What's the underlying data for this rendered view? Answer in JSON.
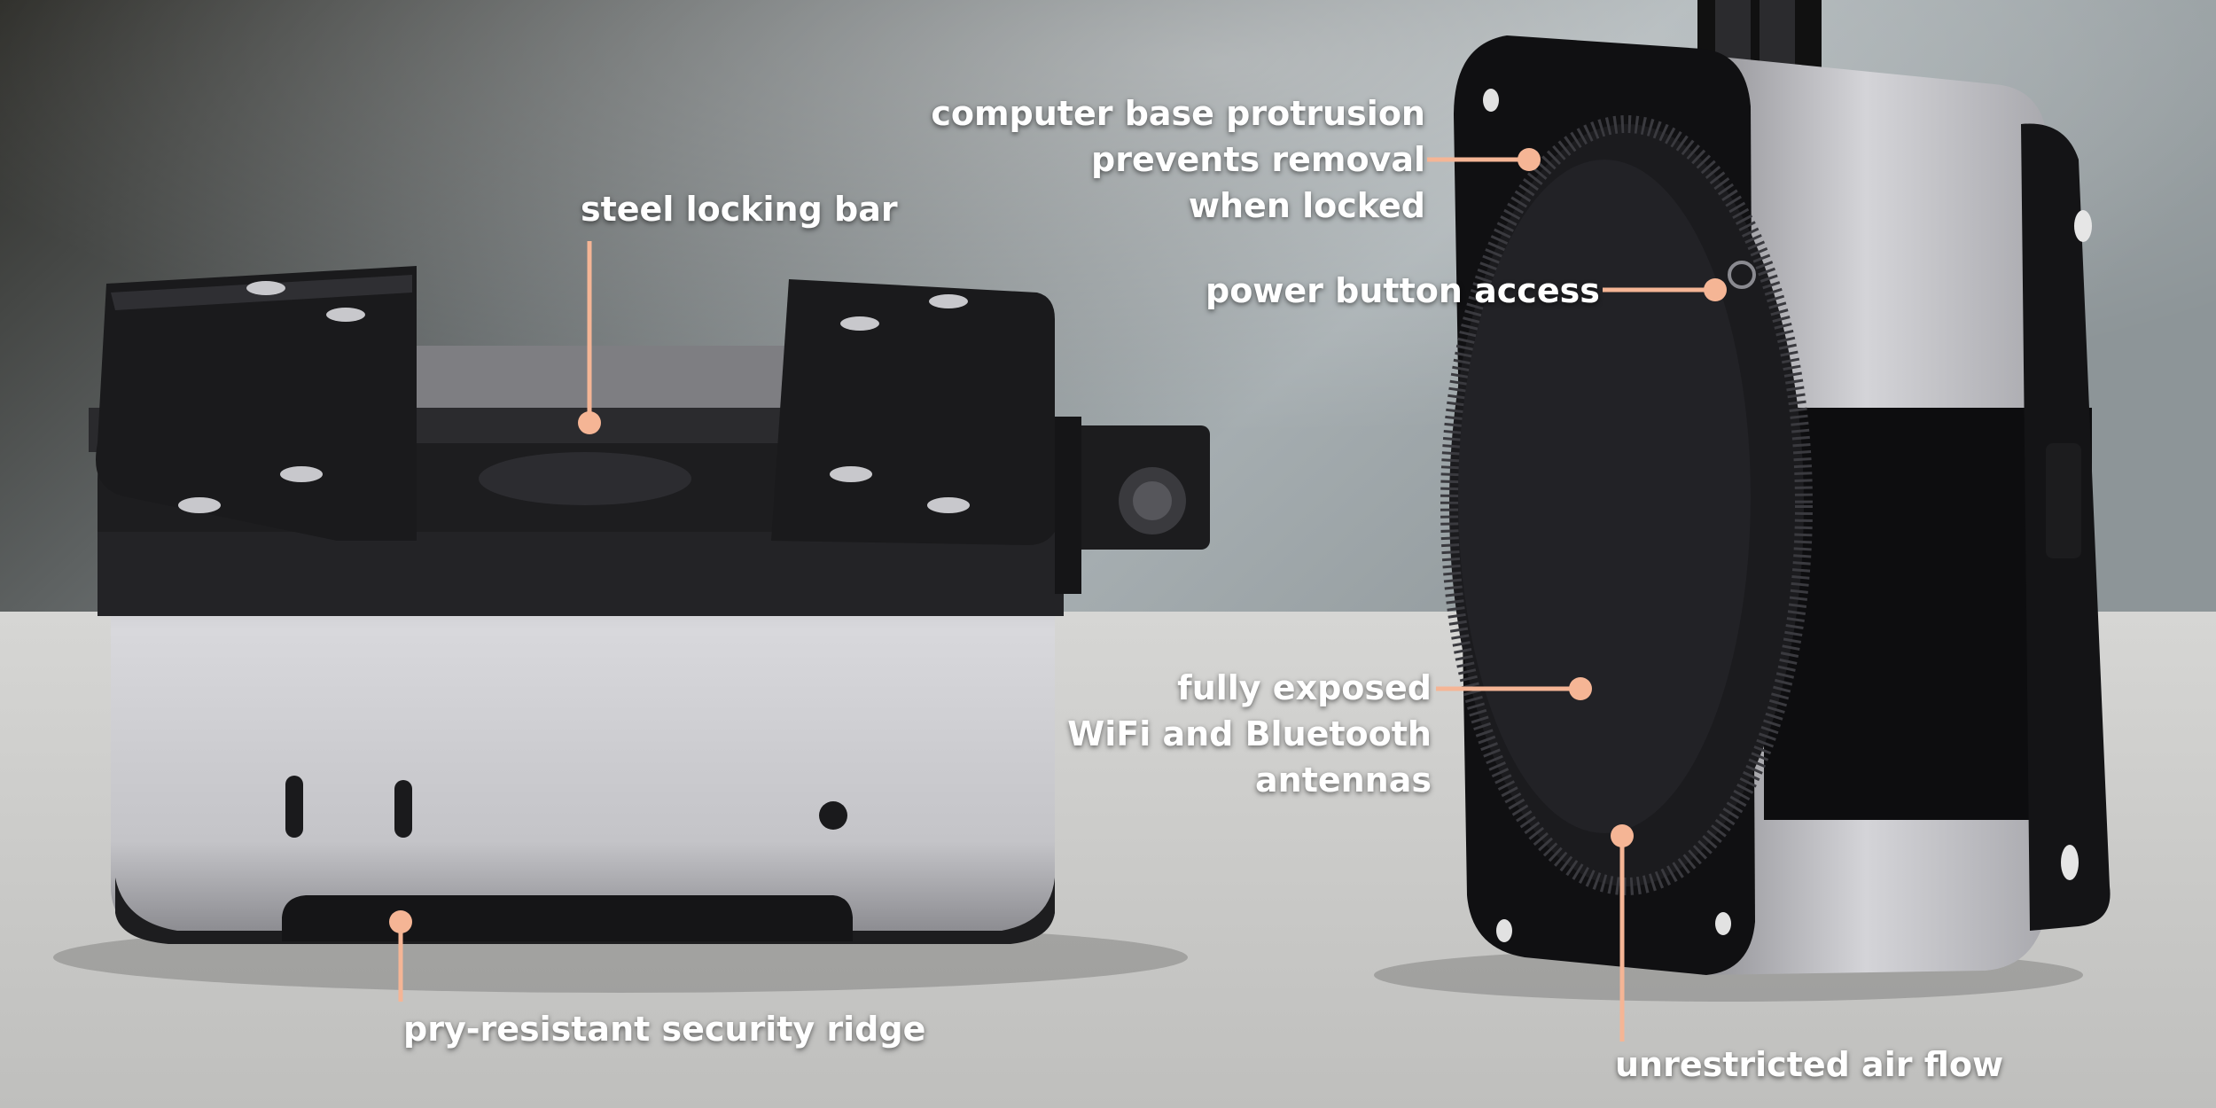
{
  "accent_color": "#f5b595",
  "callouts": {
    "steel_locking_bar": "steel locking bar",
    "pry_resistant_ridge": "pry-resistant security ridge",
    "base_protrusion": {
      "line1": "computer base protrusion",
      "line2": "prevents removal",
      "line3": "when locked"
    },
    "power_button_access": "power button access",
    "antennas": {
      "line1": "fully exposed",
      "line2": "WiFi and Bluetooth",
      "line3": "antennas"
    },
    "air_flow": "unrestricted air flow"
  }
}
